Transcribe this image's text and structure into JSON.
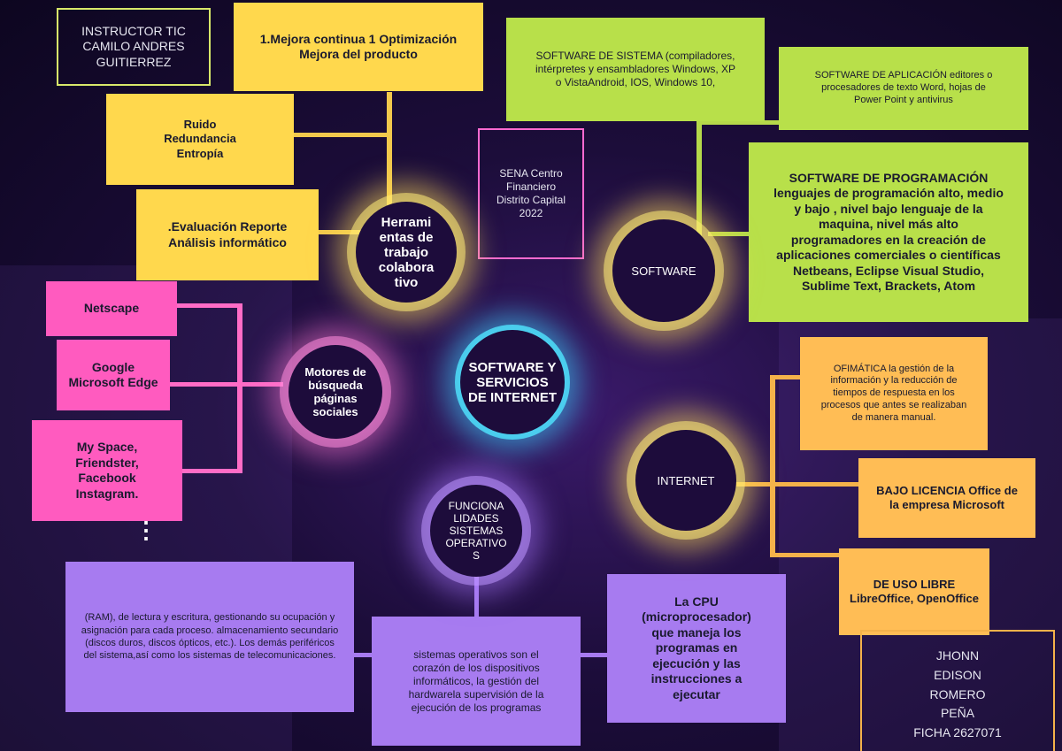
{
  "instructor": "INSTRUCTOR TIC CAMILO ANDRES GUITIERREZ",
  "sena": "SENA Centro Financiero Distrito Capital 2022",
  "author": {
    "name": "JHONN EDISON ROMERO PEÑA",
    "ficha": "FICHA 2627071"
  },
  "center": "SOFTWARE Y SERVICIOS DE INTERNET",
  "herramientas": {
    "node": "Herrami entas de trabajo colabora tivo",
    "mejora": "1.Mejora continua 1 Optimización Mejora del producto",
    "ruido": "Ruido Redundancia Entropía",
    "evaluacion": ".Evaluación Reporte Análisis informático"
  },
  "software": {
    "node": "SOFTWARE",
    "sistema": "SOFTWARE DE SISTEMA (compiladores, intérpretes y ensambladores Windows, XP o VistaAndroid, IOS, Windows 10,",
    "aplicacion": "SOFTWARE DE APLICACIÓN editores o procesadores de texto Word, hojas de Power Point y antivirus",
    "programacion": "SOFTWARE DE PROGRAMACIÓN lenguajes de programación alto, medio y bajo , nivel bajo lenguaje de la maquina, nivel más alto programadores en la creación de aplicaciones comerciales o científicas Netbeans, Eclipse Visual Studio, Sublime Text, Brackets, Atom"
  },
  "motores": {
    "node": "Motores de búsqueda páginas sociales",
    "netscape": "Netscape",
    "google": "Google Microsoft Edge",
    "social": "My Space, Friendster, Facebook Instagram.",
    "dots": "⋮"
  },
  "internet": {
    "node": "INTERNET",
    "ofimatica": "OFIMÁTICA la gestión de la información y la reducción de tiempos de respuesta en los procesos que antes se realizaban de manera manual.",
    "licencia": "BAJO LICENCIA Office de la empresa Microsoft",
    "libre": "DE USO LIBRE LibreOffice, OpenOffice"
  },
  "funcionalidades": {
    "node": "FUNCIONA LIDADES SISTEMAS OPERATIVO S",
    "ram": "(RAM), de lectura y escritura, gestionando su ocupación y asignación para cada proceso. almacenamiento secundario (discos duros, discos ópticos, etc.). Los demás periféricos del sistema,así como los sistemas de telecomunicaciones.",
    "corazon": "sistemas operativos son el corazón de los dispositivos informáticos, la gestión del hardwarela supervisión de la ejecución de los programas",
    "cpu": "La CPU (microprocesador) que maneja los programas en ejecución y las instrucciones a ejecutar"
  }
}
